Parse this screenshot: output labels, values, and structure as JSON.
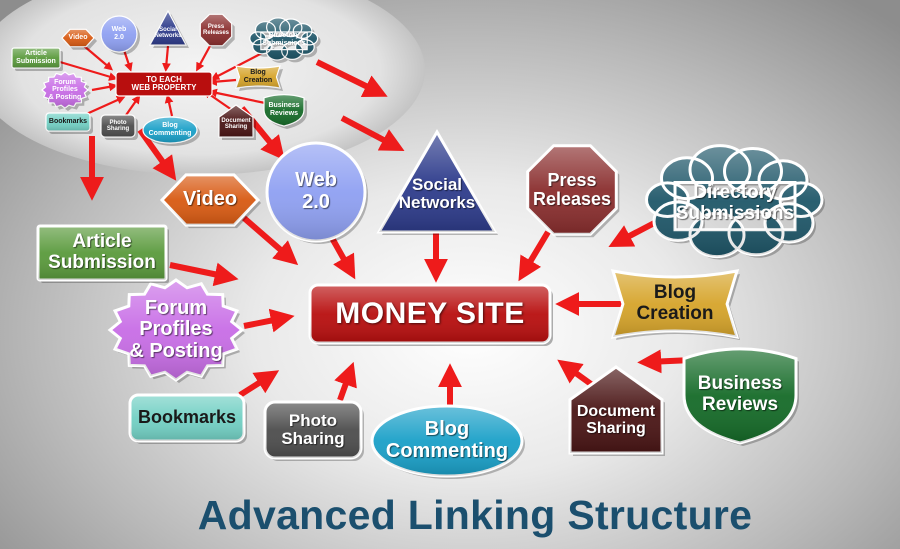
{
  "title": "Advanced Linking Structure",
  "hub": {
    "label": "MONEY SITE"
  },
  "mini_hub": {
    "label": "TO EACH\nWEB PROPERTY"
  },
  "properties": [
    {
      "id": "video",
      "label": "Video",
      "shape": "hexagon",
      "color": "#d85a12"
    },
    {
      "id": "web20",
      "label": "Web\n2.0",
      "shape": "circle",
      "color": "#8fa0f2"
    },
    {
      "id": "social-networks",
      "label": "Social\nNetworks",
      "shape": "triangle",
      "color": "#2e3c8c"
    },
    {
      "id": "press-releases",
      "label": "Press\nReleases",
      "shape": "octagon",
      "color": "#8a2e2e"
    },
    {
      "id": "directory-submissions",
      "label": "Directory\nSubmissions",
      "shape": "cloud",
      "color": "#1f5769"
    },
    {
      "id": "blog-creation",
      "label": "Blog\nCreation",
      "shape": "banner",
      "color": "#d6a42a"
    },
    {
      "id": "business-reviews",
      "label": "Business\nReviews",
      "shape": "shield",
      "color": "#156b28"
    },
    {
      "id": "document-sharing",
      "label": "Document\nSharing",
      "shape": "house",
      "color": "#4a1515"
    },
    {
      "id": "blog-commenting",
      "label": "Blog\nCommenting",
      "shape": "ellipse",
      "color": "#1aa0c8"
    },
    {
      "id": "photo-sharing",
      "label": "Photo\nSharing",
      "shape": "rounded",
      "color": "#4d4d4d"
    },
    {
      "id": "bookmarks",
      "label": "Bookmarks",
      "shape": "rounded",
      "color": "#72d0c4"
    },
    {
      "id": "forum-profiles",
      "label": "Forum\nProfiles\n& Posting",
      "shape": "starburst",
      "color": "#c86de6"
    },
    {
      "id": "article-submission",
      "label": "Article\nSubmission",
      "shape": "rect",
      "color": "#5a9a3c"
    }
  ],
  "colors": {
    "arrow": "#ee1b1b",
    "hub": "#b80e0e",
    "title": "#1b4f6e"
  }
}
